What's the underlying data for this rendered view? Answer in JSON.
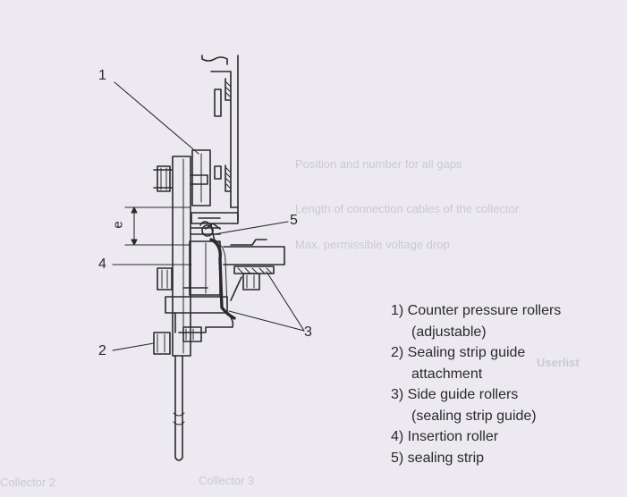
{
  "callouts": {
    "c1": "1",
    "c2": "2",
    "c3": "3",
    "c4": "4",
    "c5": "5",
    "dim_e": "e"
  },
  "legend": [
    {
      "text": "1) Counter pressure rollers",
      "cont": "(adjustable)"
    },
    {
      "text": "2) Sealing strip guide",
      "cont": "attachment"
    },
    {
      "text": "3) Side guide rollers",
      "cont": "(sealing strip guide)"
    },
    {
      "text": "4) Insertion roller",
      "cont": ""
    },
    {
      "text": "5) sealing strip",
      "cont": ""
    }
  ],
  "background_text": {
    "line1": "Position and number for all gaps",
    "line2": "Length of connection cables of the collector",
    "line3": "Max. permissible voltage drop",
    "line4": "Userlist",
    "line5": "Collector 2",
    "line6": "Collector 3"
  },
  "colors": {
    "paper": "#eceaf0",
    "ink": "#2a2a2a",
    "ghost": "#cbc9d1"
  }
}
